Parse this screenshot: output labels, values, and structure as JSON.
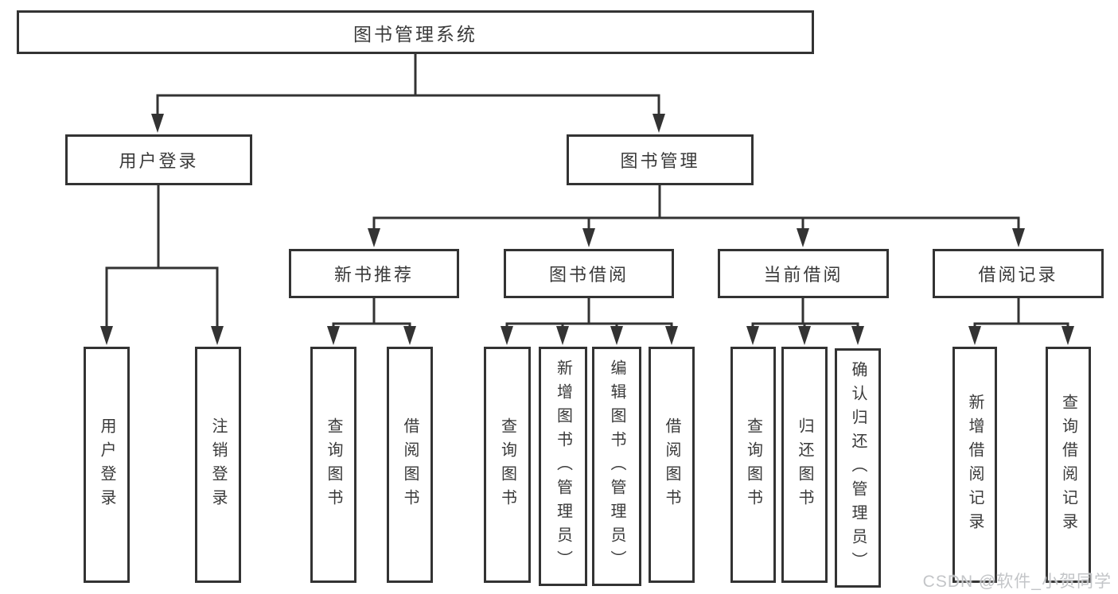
{
  "diagram": {
    "title_hint": "library-management-system-function-structure",
    "root": {
      "label": "图书管理系统"
    },
    "level2": [
      {
        "label": "用户登录"
      },
      {
        "label": "图书管理"
      }
    ],
    "level3": [
      {
        "label": "新书推荐",
        "parent": "图书管理"
      },
      {
        "label": "图书借阅",
        "parent": "图书管理"
      },
      {
        "label": "当前借阅",
        "parent": "图书管理"
      },
      {
        "label": "借阅记录",
        "parent": "图书管理"
      }
    ],
    "leaves": [
      {
        "label": "用户登录",
        "parent": "用户登录"
      },
      {
        "label": "注销登录",
        "parent": "用户登录"
      },
      {
        "label": "查询图书",
        "parent": "新书推荐"
      },
      {
        "label": "借阅图书",
        "parent": "新书推荐"
      },
      {
        "label": "查询图书",
        "parent": "图书借阅"
      },
      {
        "label": "新增图书（管理员）",
        "parent": "图书借阅"
      },
      {
        "label": "编辑图书（管理员）",
        "parent": "图书借阅"
      },
      {
        "label": "借阅图书",
        "parent": "图书借阅"
      },
      {
        "label": "查询图书",
        "parent": "当前借阅"
      },
      {
        "label": "归还图书",
        "parent": "当前借阅"
      },
      {
        "label": "确认归还（管理员）",
        "parent": "当前借阅"
      },
      {
        "label": "新增借阅记录",
        "parent": "借阅记录"
      },
      {
        "label": "查询借阅记录",
        "parent": "借阅记录"
      }
    ],
    "watermark": "CSDN @软件_小贺同学",
    "colors": {
      "line": "#333333",
      "text": "#3a3a3a",
      "watermark": "#c3c5c8",
      "background": "#ffffff"
    }
  }
}
